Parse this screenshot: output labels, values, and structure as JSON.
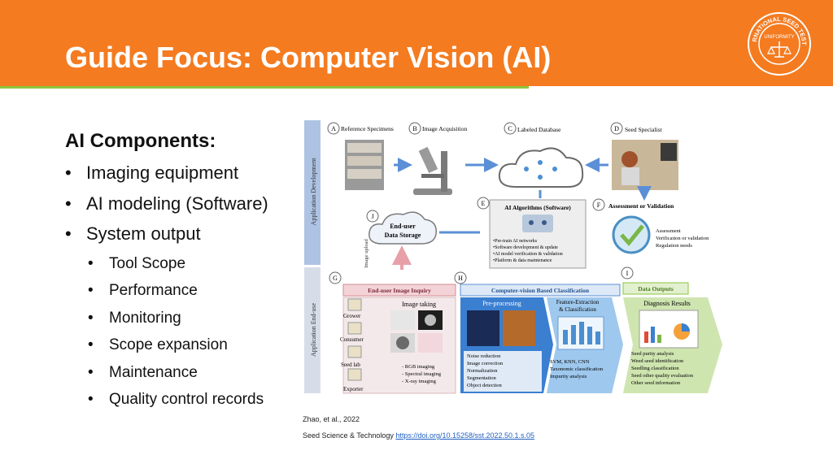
{
  "title": "Guide Focus: Computer Vision (AI)",
  "seal": {
    "top_text": "INTERNATIONAL SEED TESTING",
    "center_text": "UNIFORMITY",
    "icon": "ista-seal-icon"
  },
  "components": {
    "heading": "AI Components:",
    "items": [
      "Imaging equipment",
      "AI modeling (Software)",
      "System output"
    ],
    "subitems": [
      "Tool Scope",
      "Performance",
      "Monitoring",
      "Scope expansion",
      "Maintenance",
      "Quality control records"
    ]
  },
  "diagram": {
    "section_dev": "Application Development",
    "section_end": "Application End-use",
    "image_upload": "Image upload",
    "boxes": {
      "A": {
        "letter": "A",
        "label": "Reference Specimens"
      },
      "B": {
        "letter": "B",
        "label": "Image Acquisition"
      },
      "C": {
        "letter": "C",
        "label": "Labeled  Database"
      },
      "D": {
        "letter": "D",
        "label": "Seed Specialist"
      },
      "E": {
        "letter": "E",
        "label": "AI Algorithms (Software)",
        "bullets": [
          "•Pre-train AI networks",
          "•Software development & update",
          "•AI model verification & validation",
          "•Platform & data maintenance"
        ]
      },
      "F": {
        "letter": "F",
        "label": "Assessment or Validation",
        "notes": [
          "Assessment",
          "Verification or validation",
          "Regulation needs"
        ]
      },
      "J": {
        "letter": "J",
        "label_line1": "End-user",
        "label_line2": "Data Storage"
      },
      "G": {
        "letter": "G",
        "label": "End-user Image Inquiry",
        "image_taking": "Image taking",
        "users": [
          "Grower",
          "Consumer",
          "Seed lab",
          "Exporter"
        ],
        "imaging": [
          "- RGB imaging",
          "- Spectral imaging",
          "- X-ray imaging"
        ]
      },
      "H": {
        "letter": "H",
        "label": "Computer-vision Based Classification",
        "preprocessing": "Pre-processing",
        "feature_line1": "Feature-Extraction",
        "feature_line2": "& Classification",
        "pre_items": [
          "Noise reduction",
          "Image correction",
          "Normalization",
          "Segmentation",
          "Object detection"
        ],
        "feat_items": [
          "SVM, KNN, CNN",
          "Taxonomic classification",
          "Impurity analysis"
        ]
      },
      "I": {
        "letter": "I",
        "label": "Data Outputs",
        "diagnosis": "Diagnosis Results",
        "items": [
          "Seed purity analysis",
          "Weed seed identification",
          "Seedling classification",
          "Seed other quality evaluation",
          "Other seed information"
        ]
      }
    }
  },
  "citation": {
    "line1": "Zhao, et al., 2022",
    "line2_prefix": "Seed Science & Technology",
    "link": "https://doi.org/10.15258/sst.2022.50.1.s.05"
  }
}
